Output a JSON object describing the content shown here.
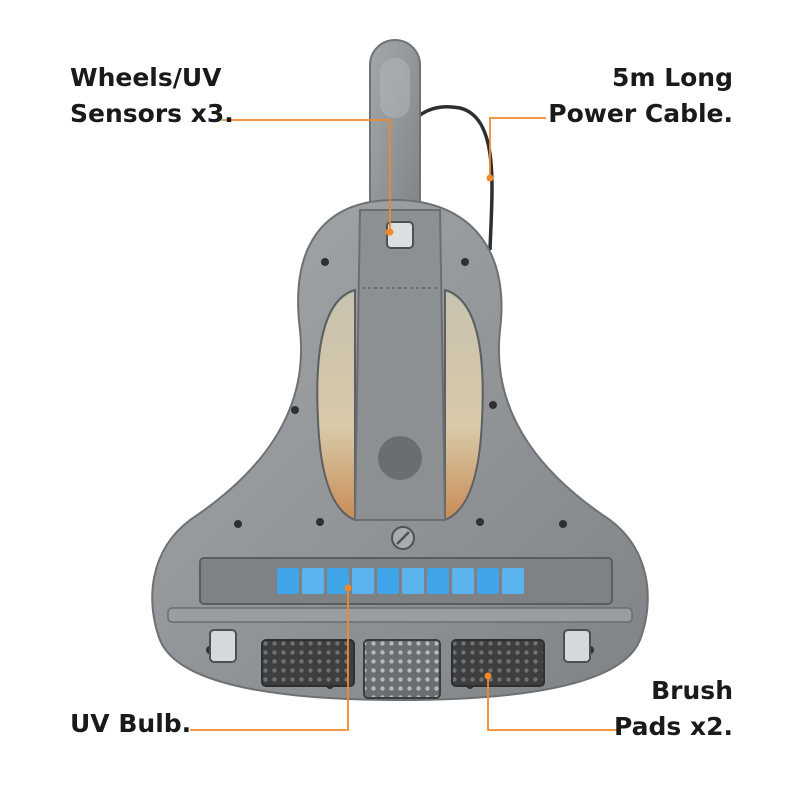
{
  "image": {
    "subject": "handheld UV mattress vacuum cleaner, underside view",
    "accent_color": "#f0892c",
    "body_color": "#8e9295",
    "uv_color": "#3fa4e8"
  },
  "callouts": {
    "wheels": {
      "line1": "Wheels/UV",
      "line2": "Sensors x3."
    },
    "cable": {
      "line1": "5m Long",
      "line2": "Power Cable."
    },
    "uv": {
      "line1": "UV Bulb."
    },
    "brush": {
      "line1": "Brush",
      "line2": "Pads x2."
    }
  }
}
